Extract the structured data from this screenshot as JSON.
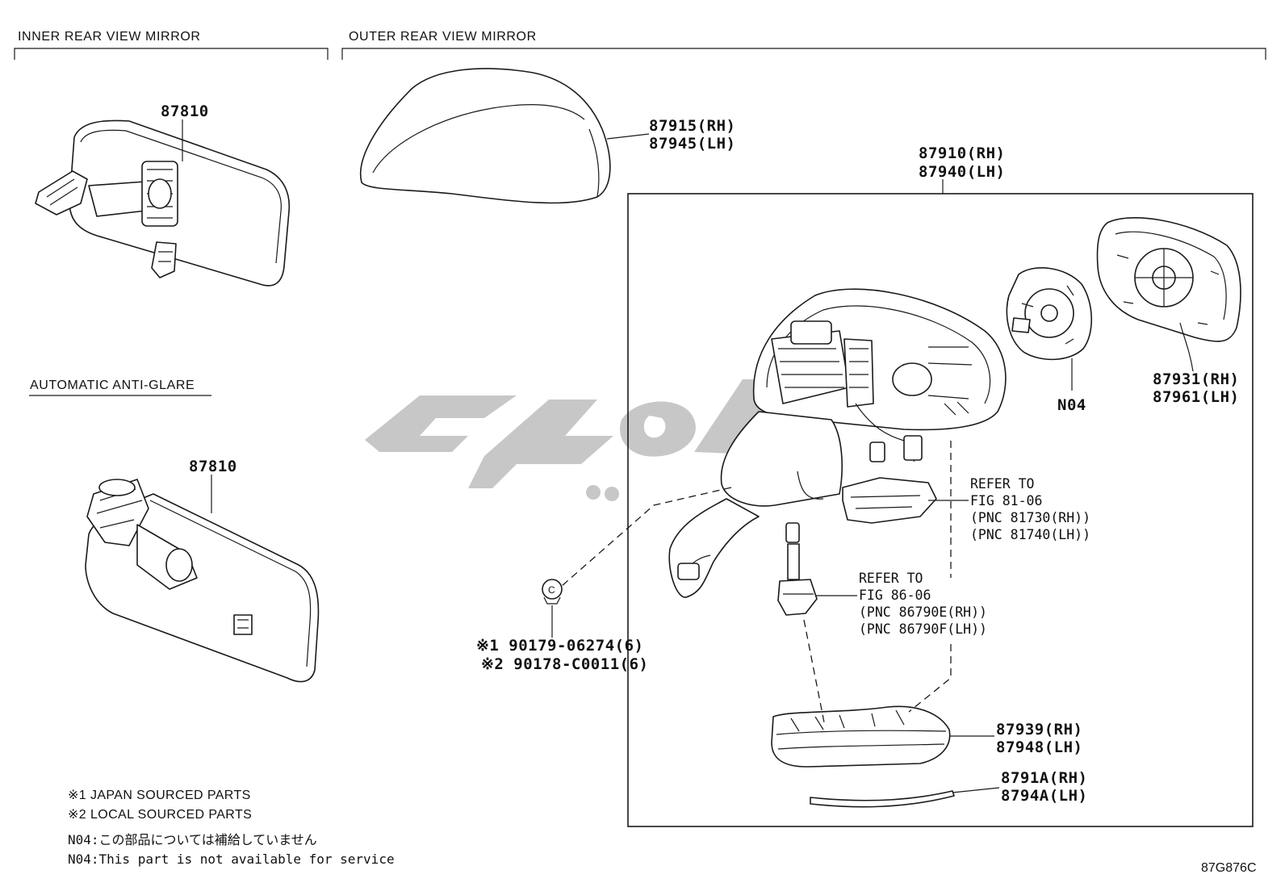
{
  "sections": {
    "inner_title": "INNER REAR VIEW MIRROR",
    "outer_title": "OUTER REAR VIEW MIRROR",
    "auto_antiglare": "AUTOMATIC ANTI-GLARE"
  },
  "parts": {
    "inner_mirror_top": "87810",
    "inner_mirror_bottom": "87810",
    "cover_rh": "87915(RH)",
    "cover_lh": "87945(LH)",
    "assy_rh": "87910(RH)",
    "assy_lh": "87940(LH)",
    "glass_rh": "87931(RH)",
    "glass_lh": "87961(LH)",
    "n04": "N04",
    "lamp_rh": "87939(RH)",
    "lamp_lh": "87948(LH)",
    "strip_rh": "8791A(RH)",
    "strip_lh": "8794A(LH)",
    "clip_1": "※1 90179-06274(6)",
    "clip_2": "※2 90178-C0011(6)"
  },
  "refs": {
    "ref1_line1": "REFER TO",
    "ref1_line2": "FIG 81-06",
    "ref1_line3": "(PNC 81730(RH))",
    "ref1_line4": "(PNC 81740(LH))",
    "ref2_line1": "REFER TO",
    "ref2_line2": "FIG 86-06",
    "ref2_line3": "(PNC 86790E(RH))",
    "ref2_line4": "(PNC 86790F(LH))"
  },
  "notes": {
    "note1": "※1 JAPAN SOURCED PARTS",
    "note2": "※2 LOCAL SOURCED PARTS",
    "note3": "N04:この部品については補給していません",
    "note4": "N04:This part is not available for service"
  },
  "clip_symbol": "C",
  "figure_code": "87G876C",
  "watermark_color": "#bdbdbd",
  "line_color": "#1a1a1a"
}
